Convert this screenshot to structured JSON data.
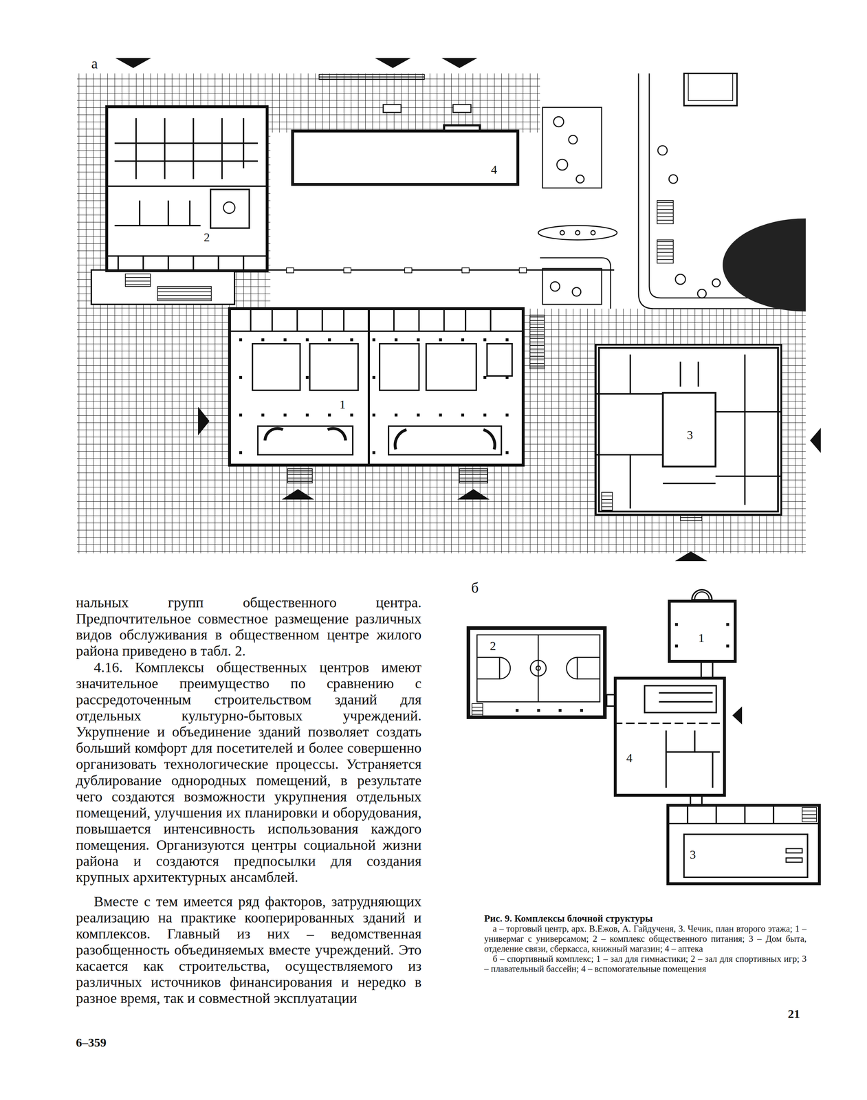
{
  "diagram": {
    "caption": "Рис. 9. Комплексы блочной структуры",
    "nodes": [
      {
        "text": [
          "2"
        ]
      },
      {
        "text": [
          "4"
        ]
      },
      {
        "text": [
          "1"
        ]
      },
      {
        "text": [
          "3"
        ]
      },
      {
        "text": [
          "1"
        ]
      },
      {
        "text": [
          "2"
        ]
      },
      {
        "text": [
          "4"
        ]
      },
      {
        "text": [
          "3"
        ]
      }
    ],
    "labels": [
      "а",
      "нальных групп общественного центра. Предпочтительное совместное размещение различных видов обслуживания в общественном центре жилого района приведено в табл. 2.",
      "4.16. Комплексы общественных центров имеют значительное преимущество по сравнению с рассредоточенным строительством зданий для отдельных культурно-бытовых учреждений. Укрупнение и объединение зданий позволяет создать больший комфорт для посетителей и более совершенно организовать технологические процессы. Устраняется дублирование однородных помещений, в результате чего создаются возможности укрупнения отдельных помещений, улучшения их планировки и оборудования, повышается интенсивность использования каждого помещения. Организуются центры социальной жизни района и создаются предпосылки для создания крупных архитектурных ансамблей.",
      "Вместе с тем имеется ряд факторов, затрудняющих реализацию на практике кооперированных зданий и комплексов. Главный из них – ведомственная разобщенность объединяемых вместе учреждений. Это касается как строительства, осуществляемого из различных источников финансирования и нередко в разное время, так и совместной эксплуатации",
      "б",
      "а – торговый центр, арх. В.Ежов, А. Гайдученя, З. Чечик, план второго этажа; 1 – универмаг с универсамом; 2 – комплекс общественного питания; 3 – Дом быта, отделение связи, сберкасса, книжный магазин; 4 – аптека",
      "б – спортивный комплекс; 1 – зал для гимнастики; 2 – зал для спортивных игр; 3 – плавательный бассейн; 4 – вспомогательные помещения",
      "21",
      "6–359"
    ]
  }
}
